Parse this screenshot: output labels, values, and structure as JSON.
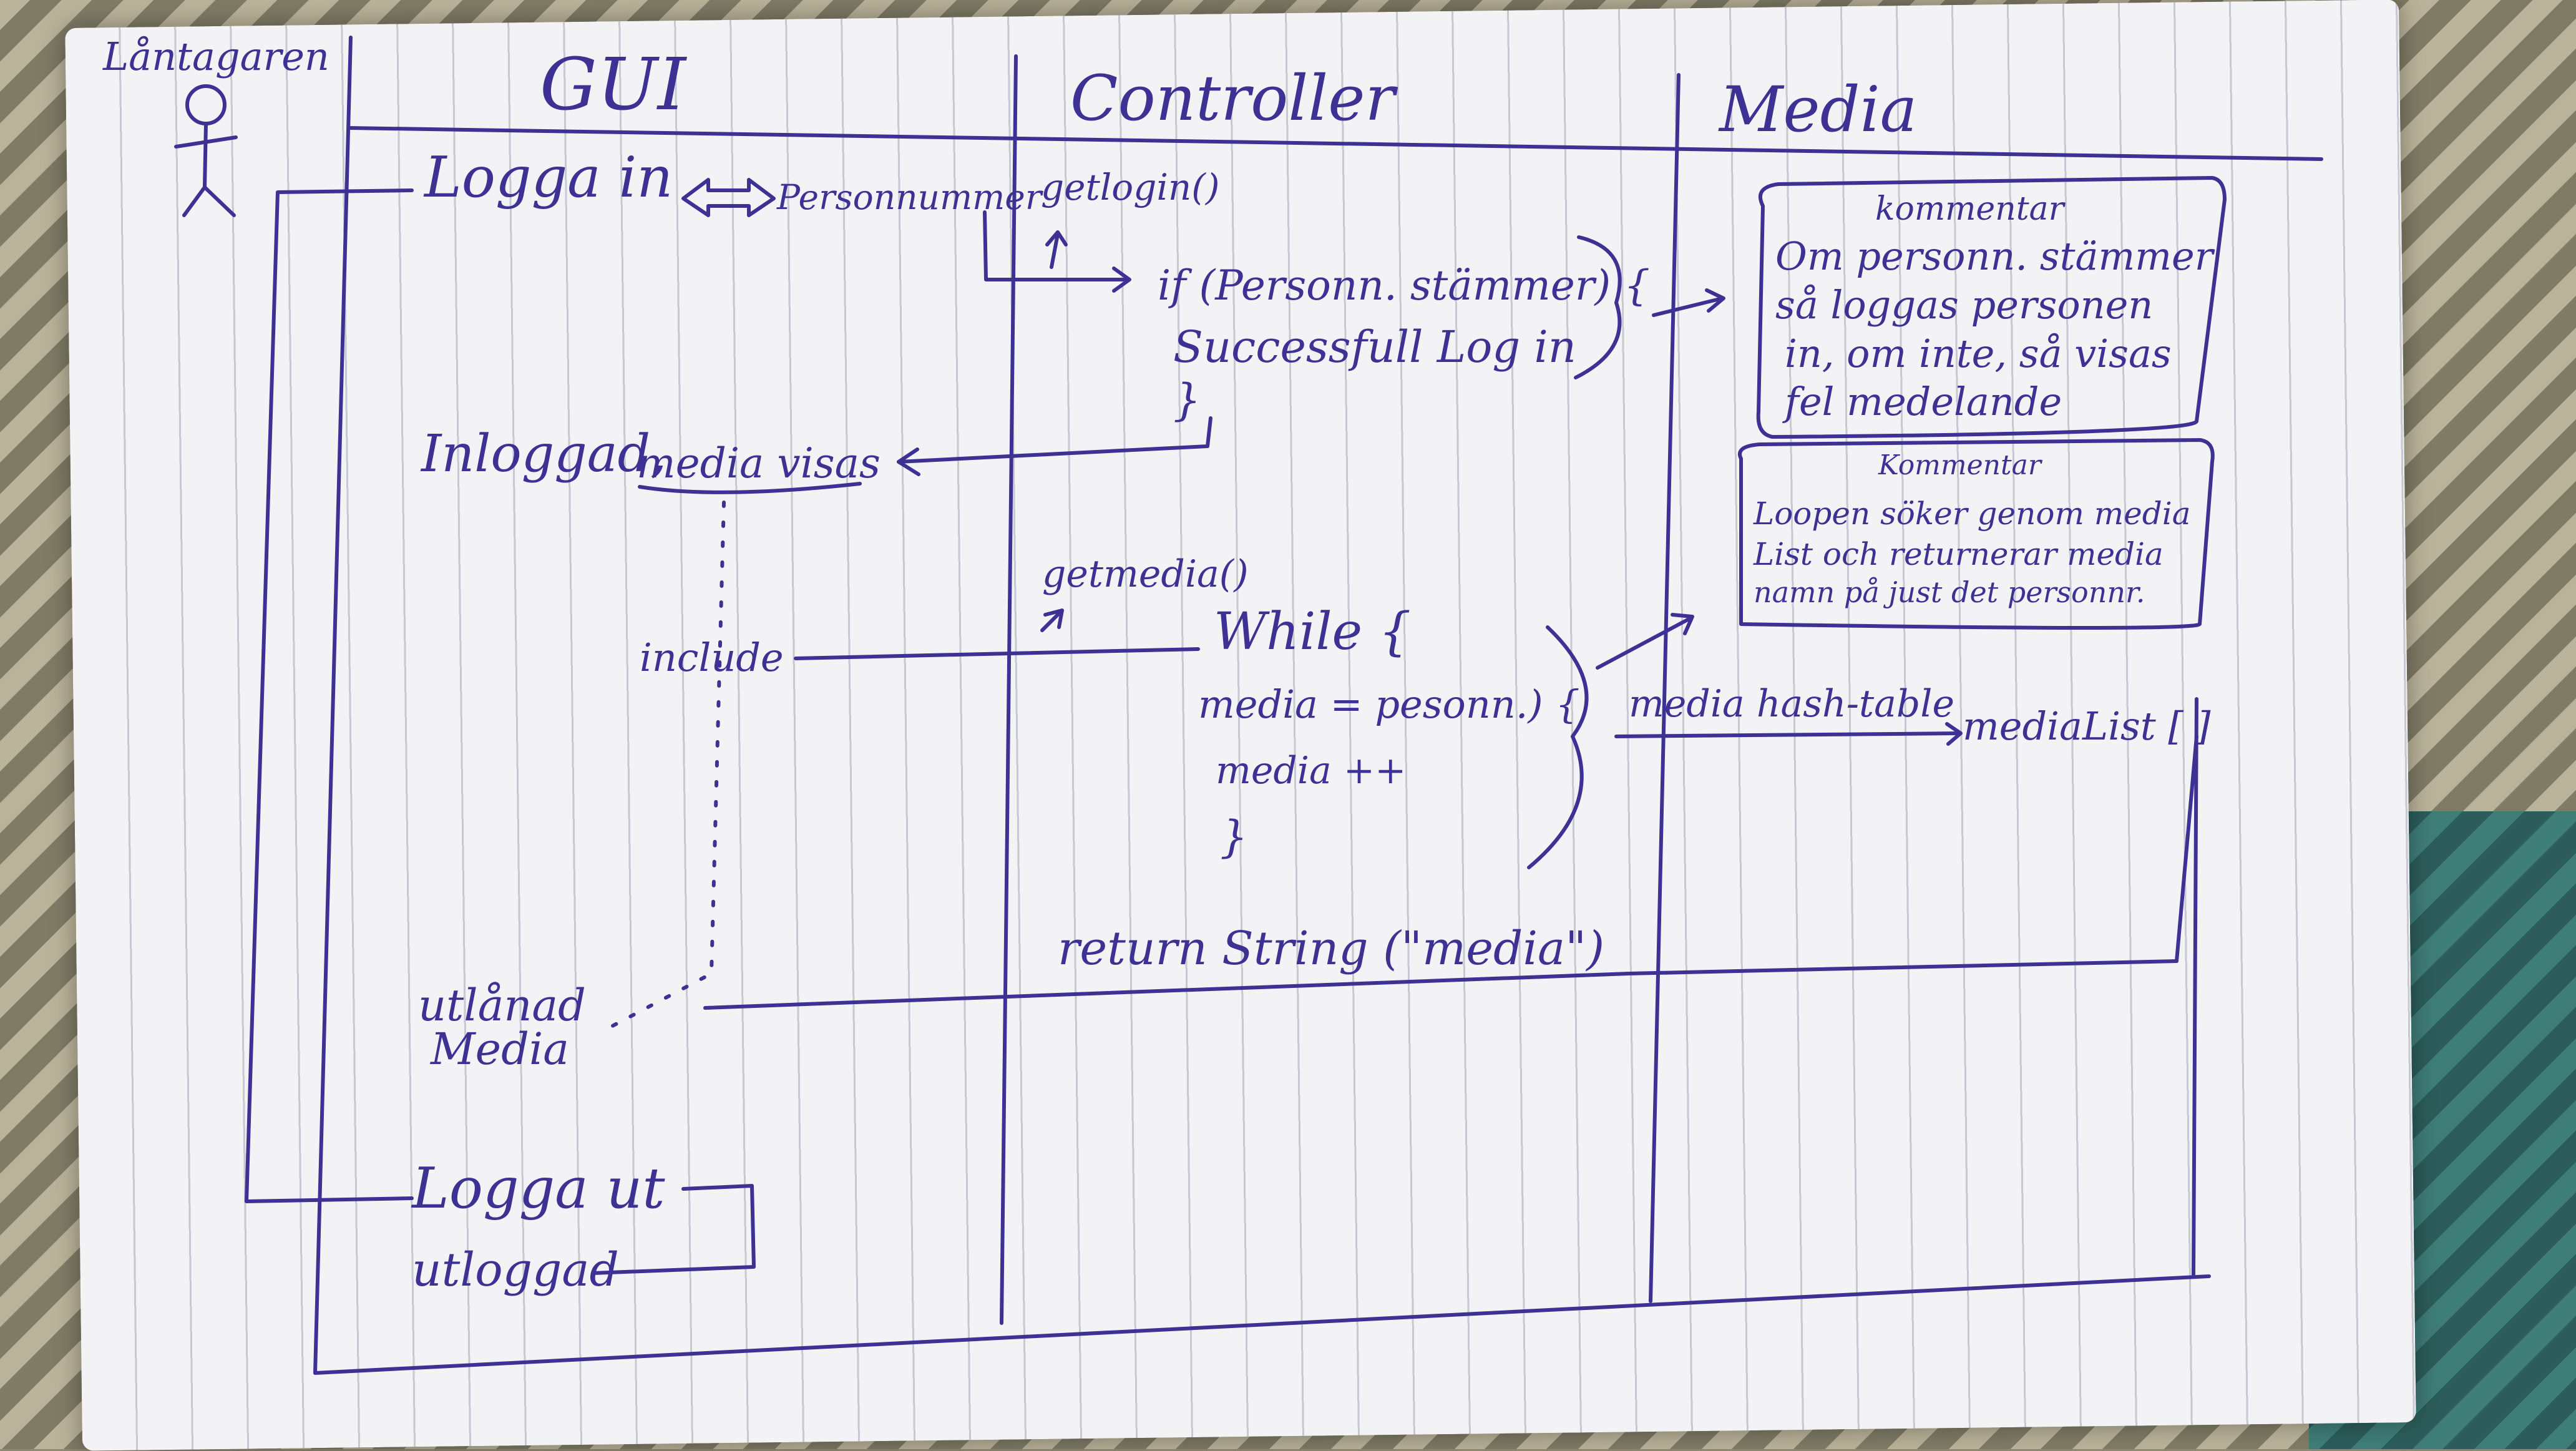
{
  "colors": {
    "ink": "#3d3294",
    "paper": "#f3f3f6",
    "rule": "#c7c8d2"
  },
  "actor": {
    "label": "Låntagaren",
    "icon": "stick-figure-icon"
  },
  "lanes": {
    "gui": "GUI",
    "controller": "Controller",
    "media": "Media"
  },
  "gui": {
    "logga_in": "Logga in",
    "personnummer": "Personnummer",
    "inloggad": "Inloggad,",
    "media_visas": "media visas",
    "include": "include",
    "utlanad_1": "utlånad",
    "utlanad_2": "Media",
    "logga_ut": "Logga ut",
    "utloggad": "utloggad"
  },
  "controller": {
    "getlogin": "getlogin()",
    "if_line": "if (Personn. stämmer) {",
    "success": "Successfull Log in",
    "close_brace": "}",
    "getmedia": "getmedia()",
    "while": "While {",
    "media_eq": "media = pesonn.) {",
    "media_inc": "media ++",
    "close_brace2": "}",
    "return": "return String (\"media\")"
  },
  "media": {
    "hash_table": "media hash-table",
    "media_list": "mediaList [ ]"
  },
  "comments": [
    {
      "title": "kommentar",
      "lines": [
        "Om personn. stämmer",
        "så loggas personen",
        "in, om inte, så visas",
        "fel medelande"
      ]
    },
    {
      "title": "Kommentar",
      "lines": [
        "Loopen söker genom media",
        "List och returnerar media",
        "namn på just det personnr."
      ]
    }
  ]
}
